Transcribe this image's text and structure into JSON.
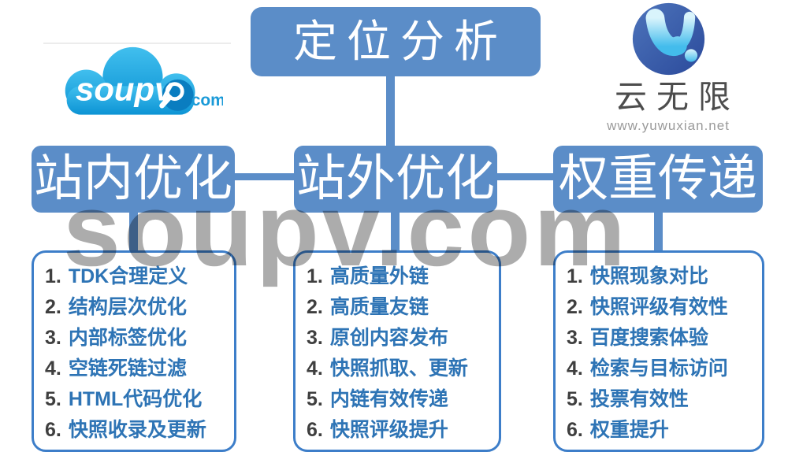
{
  "watermark": {
    "text": "soupv.com"
  },
  "logos": {
    "soupv": {
      "brand": "soupv",
      "tld": "com"
    },
    "yunwuxian": {
      "name": "云无限",
      "site": "www.yuwuxian.net"
    }
  },
  "diagram": {
    "root": {
      "label": "定位分析"
    },
    "branches": [
      {
        "label": "站内优化",
        "items": [
          {
            "num": "1.",
            "text": "TDK合理定义"
          },
          {
            "num": "2.",
            "text": "结构层次优化"
          },
          {
            "num": "3.",
            "text": "内部标签优化"
          },
          {
            "num": "4.",
            "text": "空链死链过滤"
          },
          {
            "num": "5.",
            "text": "HTML代码优化"
          },
          {
            "num": "6.",
            "text": "快照收录及更新"
          }
        ]
      },
      {
        "label": "站外优化",
        "items": [
          {
            "num": "1.",
            "text": "高质量外链"
          },
          {
            "num": "2.",
            "text": "高质量友链"
          },
          {
            "num": "3.",
            "text": "原创内容发布"
          },
          {
            "num": "4.",
            "text": "快照抓取、更新"
          },
          {
            "num": "5.",
            "text": "内链有效传递"
          },
          {
            "num": "6.",
            "text": "快照评级提升"
          }
        ]
      },
      {
        "label": "权重传递",
        "items": [
          {
            "num": "1.",
            "text": "快照现象对比"
          },
          {
            "num": "2.",
            "text": "快照评级有效性"
          },
          {
            "num": "3.",
            "text": "百度搜索体验"
          },
          {
            "num": "4.",
            "text": "检索与目标访问"
          },
          {
            "num": "5.",
            "text": "投票有效性"
          },
          {
            "num": "6.",
            "text": "权重提升"
          }
        ]
      }
    ]
  },
  "colors": {
    "box_blue": "#5b8dc8",
    "panel_border_blue": "#3d7ec9",
    "item_text_blue": "#2e74b5",
    "item_num_gray": "#3f3f3f",
    "watermark_gray": "#acacac",
    "cloud_blue": "#1ba0dd",
    "ywx_circle_navy": "#33519f"
  }
}
